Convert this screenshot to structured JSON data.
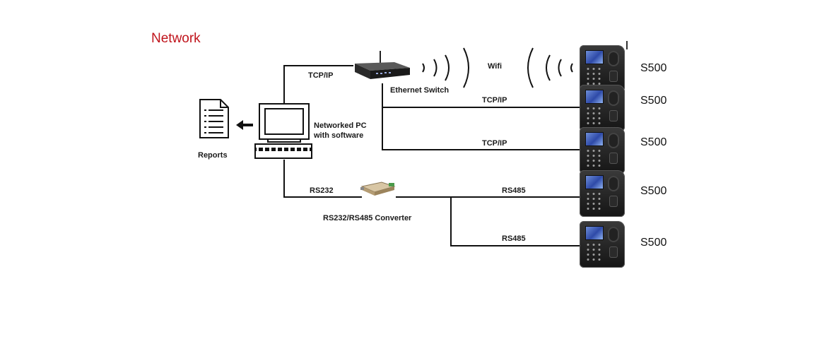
{
  "title": "Network",
  "nodes": {
    "router_label": "Ethernet Switch",
    "pc_label_line1": "Networked PC",
    "pc_label_line2": "with software",
    "reports_label": "Reports",
    "converter_label": "RS232/RS485 Converter"
  },
  "links": {
    "pc_router": "TCP/IP",
    "wifi": "Wifi",
    "switch_dev2": "TCP/IP",
    "switch_dev3": "TCP/IP",
    "pc_converter": "RS232",
    "conv_dev4": "RS485",
    "conv_dev5": "RS485"
  },
  "devices": [
    {
      "model": "S500"
    },
    {
      "model": "S500"
    },
    {
      "model": "S500"
    },
    {
      "model": "S500"
    },
    {
      "model": "S500"
    }
  ],
  "colors": {
    "title": "#c0141c",
    "line": "#111111"
  }
}
